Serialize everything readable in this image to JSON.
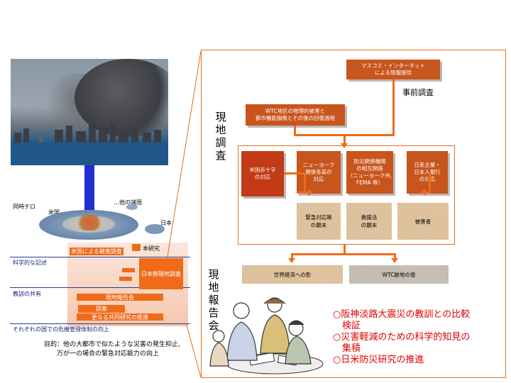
{
  "left": {
    "country_labels": {
      "other_cities": "…他の諸国",
      "usa": "米国",
      "japan": "日本"
    },
    "terror_label": "同時テロ",
    "legend_label": "本研究",
    "rows": [
      {
        "label": "科学的な記述"
      },
      {
        "label": "教訓の共有"
      },
      {
        "label": "それぞれの国での危機管理体制の向上"
      }
    ],
    "boxes": {
      "us_survey": "米国による被害調査",
      "jp_survey": "日本側現地調査",
      "field_report": "現地報告会",
      "prop": "提案",
      "research": "更なる共同研究の推進"
    },
    "purpose_line1": "目的：他の大都市で似たような災害の発生抑止,",
    "purpose_line2": "万が一の場合の緊急対応能力の向上"
  },
  "right": {
    "mass_media": "マスコミ・インターネット\nによる情報提供",
    "pre_survey": "事前調査",
    "field_survey_title": [
      "現",
      "地",
      "調",
      "査"
    ],
    "wtc_damage": "WTC地区の物理的被害と\n都市機能損傷とその後の回復過程",
    "col1": "米国赤十字\nの対応",
    "col2": "ニューヨーク\n関係各局の\n対応",
    "col3": "防災関係機関\nの相互関係\n（ニューヨーク州,\nFEMA 等）",
    "col4": "日系企業・\n日本人銀行\nの対応",
    "sub1": "緊急対応策\nの顛末",
    "sub2": "救援活\nの顛末",
    "sub3": "被害者",
    "bottom1": "世界経済への影",
    "bottom2": "WTC跡地の復",
    "report_title": [
      "現",
      "地",
      "報",
      "告",
      "会"
    ],
    "results": [
      "○阪神淡路大震災の教訓との比較",
      "　検証",
      "○災害軽減のための科学的知見の",
      "　集積",
      "○日米防災研究の推進"
    ]
  },
  "colors": {
    "accent_orange": "#ef6b1a",
    "dark_orange": "#c8551c",
    "red_text": "#e00000",
    "arrow_blue": "#1f2fd0"
  }
}
